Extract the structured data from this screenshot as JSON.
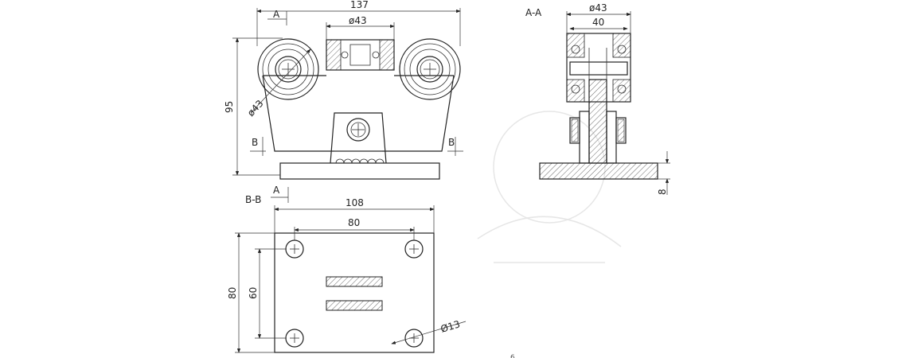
{
  "front_view": {
    "dims": {
      "overall_width": "137",
      "overall_height": "95",
      "wheel_diameter": "ø43",
      "bearing_diameter": "ø43"
    },
    "section_a_label": "A",
    "section_b_left": "B",
    "section_b_right": "B"
  },
  "section_aa": {
    "title": "A-A",
    "dims": {
      "outer_diameter": "ø43",
      "inner_width": "40",
      "plate_thickness": "8"
    }
  },
  "section_bb": {
    "title": "B-B",
    "section_a_label": "A",
    "dims": {
      "plate_width": "108",
      "hole_spacing_x": "80",
      "plate_height": "80",
      "hole_spacing_y": "60",
      "hole_diameter": "Ø13"
    }
  },
  "stray_mark": "6"
}
